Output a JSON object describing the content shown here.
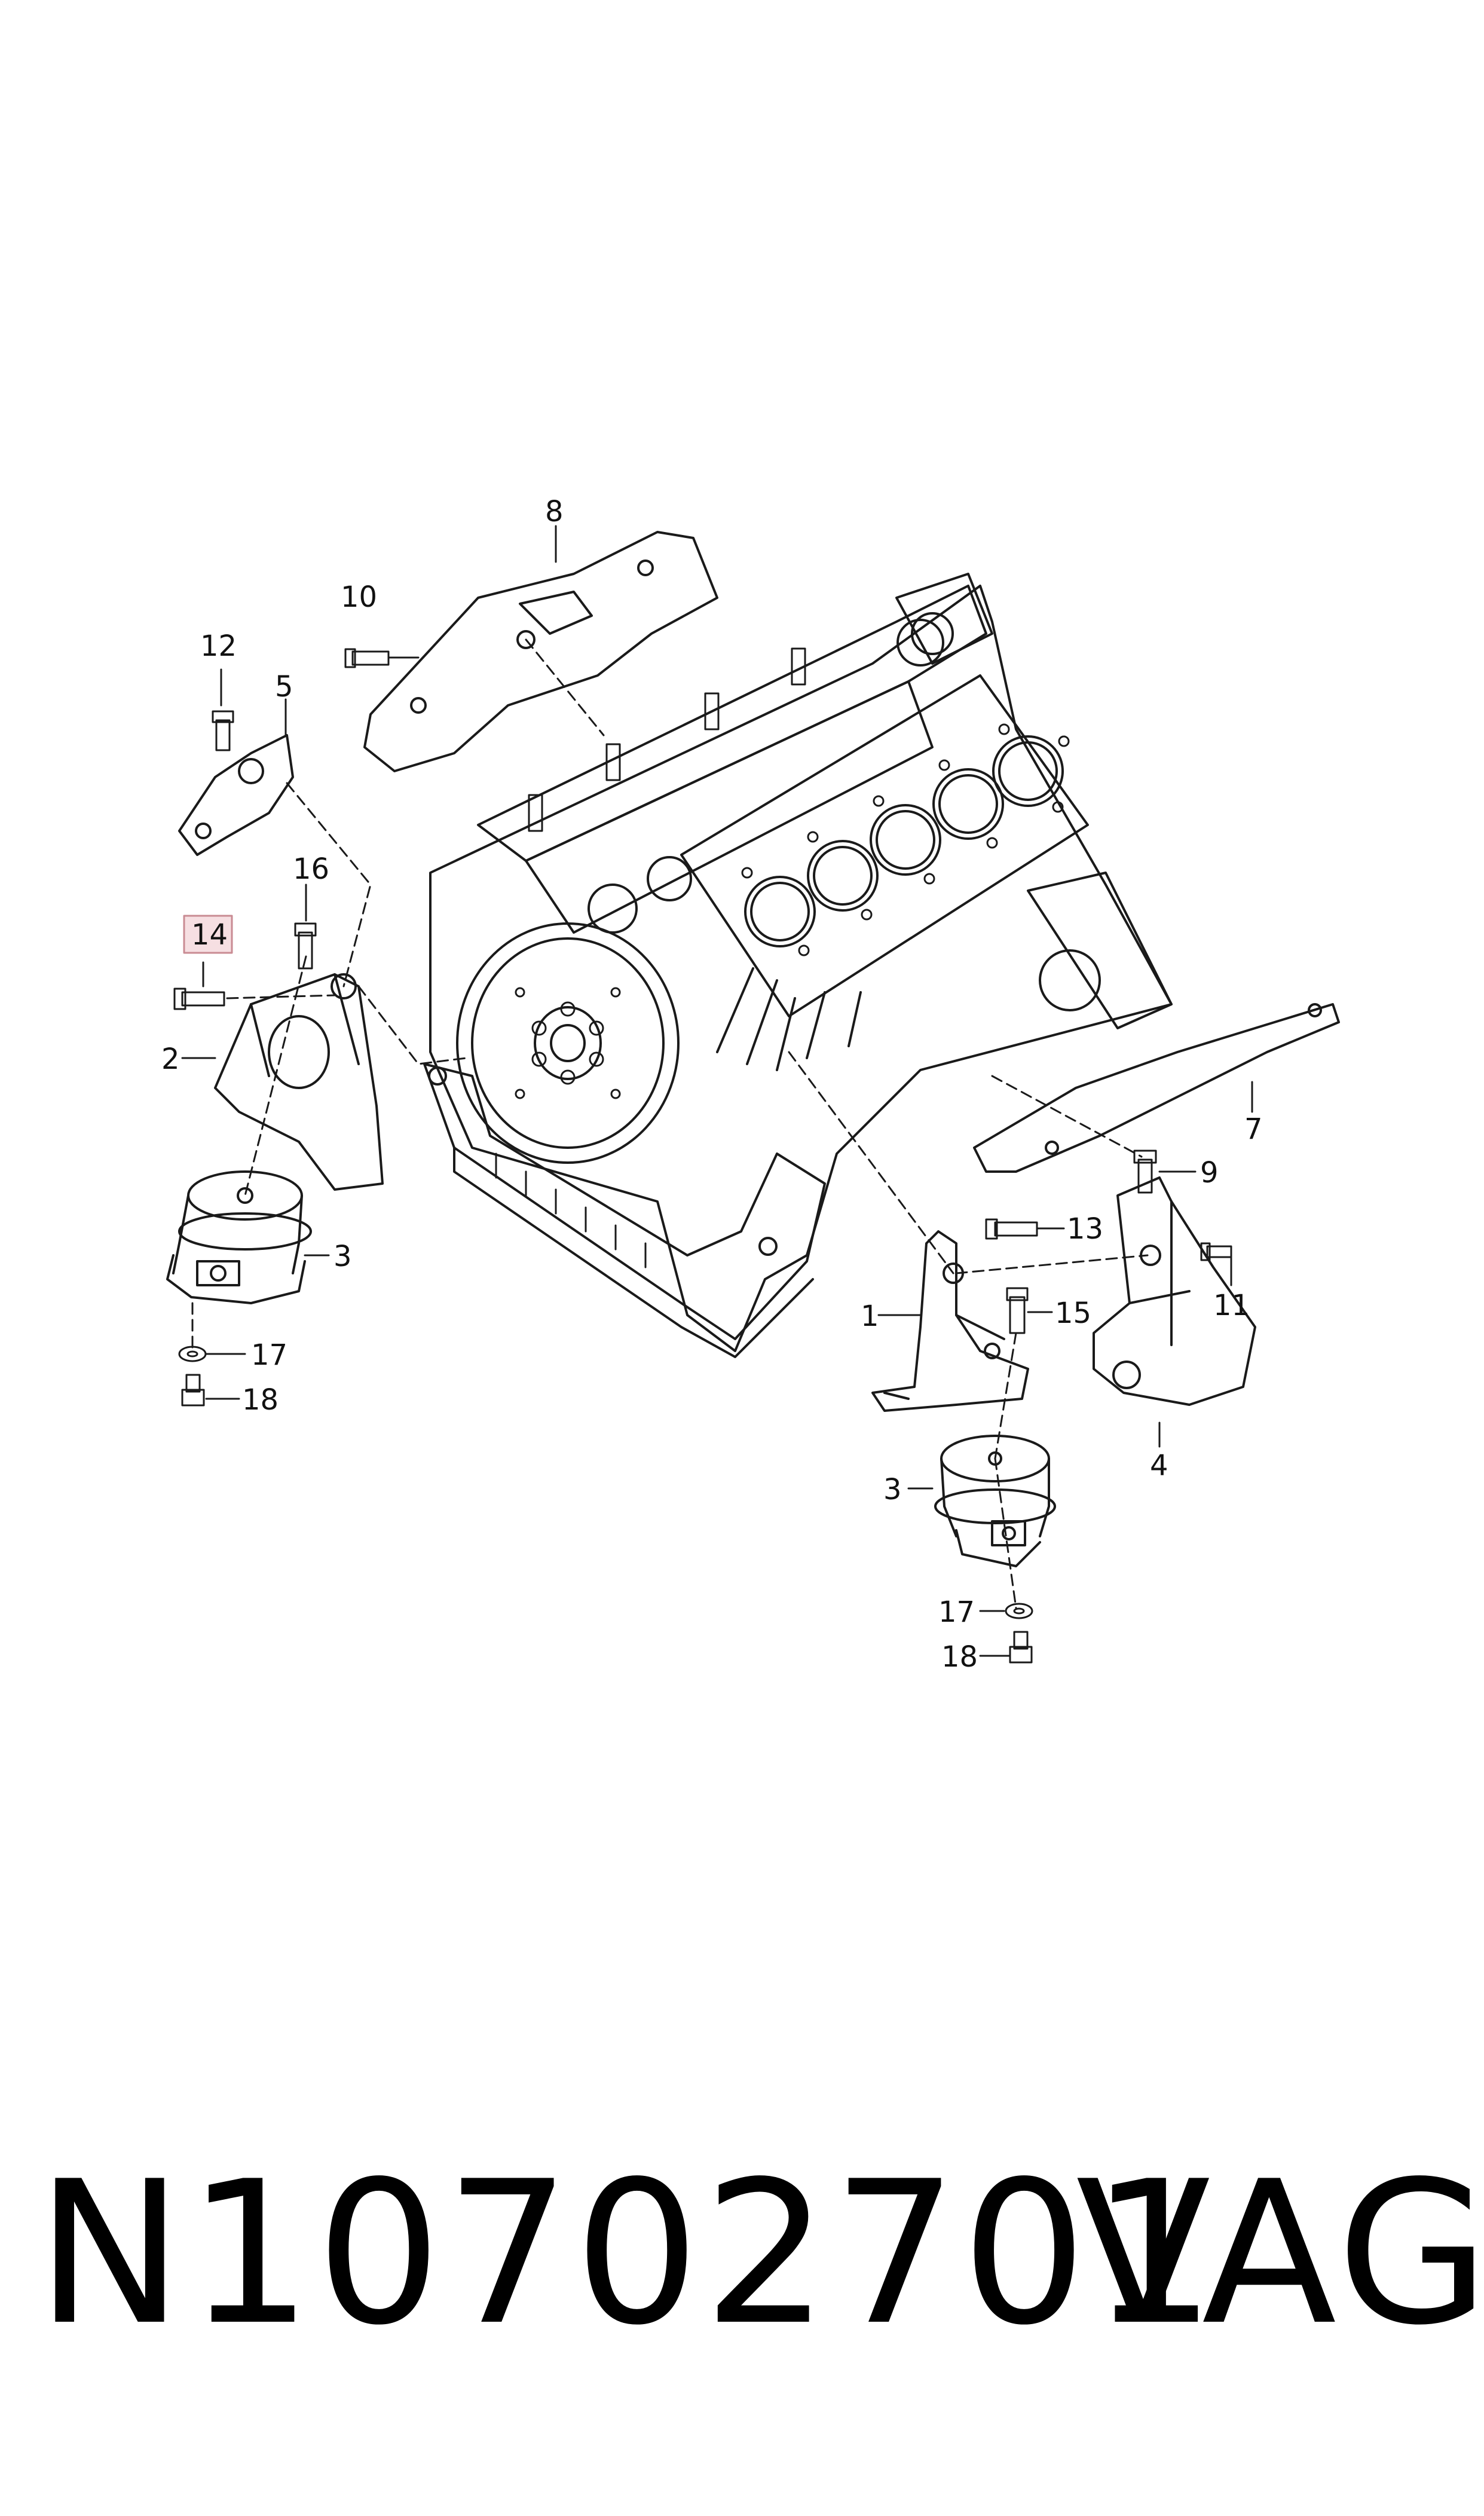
{
  "diagram": {
    "callouts": [
      {
        "id": "c8",
        "label": "8"
      },
      {
        "id": "c10",
        "label": "10"
      },
      {
        "id": "c12",
        "label": "12"
      },
      {
        "id": "c5",
        "label": "5"
      },
      {
        "id": "c16",
        "label": "16"
      },
      {
        "id": "c14",
        "label": "14",
        "highlighted": true
      },
      {
        "id": "c2",
        "label": "2"
      },
      {
        "id": "c3a",
        "label": "3"
      },
      {
        "id": "c17a",
        "label": "17"
      },
      {
        "id": "c18a",
        "label": "18"
      },
      {
        "id": "c7",
        "label": "7"
      },
      {
        "id": "c9",
        "label": "9"
      },
      {
        "id": "c13",
        "label": "13"
      },
      {
        "id": "c11",
        "label": "11"
      },
      {
        "id": "c1",
        "label": "1"
      },
      {
        "id": "c15",
        "label": "15"
      },
      {
        "id": "c4",
        "label": "4"
      },
      {
        "id": "c3b",
        "label": "3"
      },
      {
        "id": "c17b",
        "label": "17"
      },
      {
        "id": "c18b",
        "label": "18"
      }
    ],
    "highlight_color": "#f6dfe2",
    "highlight_border": "#c98b93"
  },
  "footer": {
    "part_number": "N10702701",
    "brand": "VAG"
  }
}
